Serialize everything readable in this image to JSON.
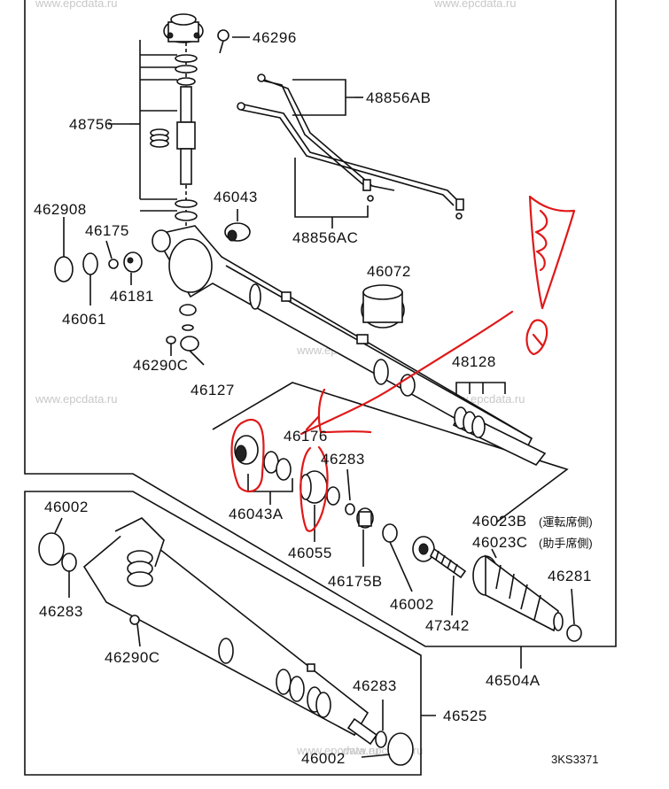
{
  "watermarks": [
    "www.epcdata.ru",
    "www.epcdata.ru",
    "www.epcdata.ru",
    "www.epcdata.ru",
    "www.epcdata.ru",
    "www.epcdata.ru",
    "www.epcdata.ru"
  ],
  "labels": {
    "p46296": "46296",
    "p48856ab": "48856AB",
    "p48756": "48756",
    "p46043": "46043",
    "p462908": "462908",
    "p46175": "46175",
    "p48856ac": "48856AC",
    "p46072": "46072",
    "p46181": "46181",
    "p46061": "46061",
    "p46290c_top": "46290C",
    "p46127": "46127",
    "p48128": "48128",
    "p46176": "46176",
    "p46283_mid": "46283",
    "p46043a": "46043A",
    "p46023b": "46023B",
    "p46023b_note": "(運転席側)",
    "p46023c": "46023C",
    "p46023c_note": "(助手席側)",
    "p46055": "46055",
    "p46175b": "46175B",
    "p46002_mid": "46002",
    "p47342": "47342",
    "p46281": "46281",
    "p46504a": "46504A",
    "p46002_top": "46002",
    "p46283_left": "46283",
    "p46290c_bot": "46290C",
    "p46283_bot": "46283",
    "p46525": "46525",
    "p46002_bot": "46002",
    "code": "3KS3371"
  },
  "colors": {
    "line": "#111111",
    "annotation": "#e01818",
    "watermark": "#c8c8c8"
  }
}
